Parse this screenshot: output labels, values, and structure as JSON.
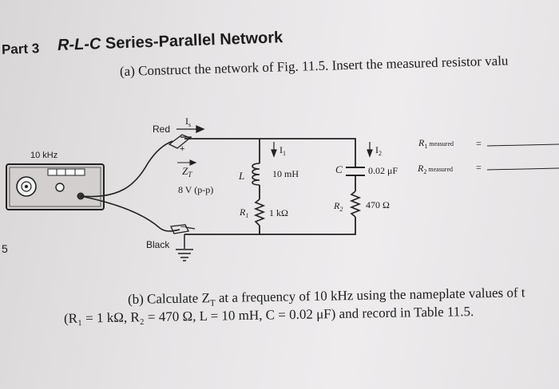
{
  "header": {
    "part": "Part 3",
    "title_prefix": "R-L-C",
    "title_rest": " Series-Parallel Network"
  },
  "part_a": {
    "text": "(a) Construct the network of Fig. 11.5. Insert the measured resistor valu"
  },
  "part_b": {
    "line1": "(b) Calculate Z",
    "line1_sub": "T",
    "line1_rest": " at a frequency of 10 kHz using the nameplate values of t",
    "line2": "(R₁ = 1 kΩ, R₂ = 470 Ω, L = 10 mH, C = 0.02 μF) and record in Table 11.5."
  },
  "edge_mark": "5",
  "circuit": {
    "generator_freq": "10 kHz",
    "lead_red": "Red",
    "lead_black": "Black",
    "current_source": "I",
    "current_source_sub": "s",
    "current_1": "I",
    "current_1_sub": "1",
    "current_2": "I",
    "current_2_sub": "2",
    "zt": "Z",
    "zt_sub": "T",
    "voltage": "8 V (p-p)",
    "plus": "+",
    "minus": "−",
    "inductor_label": "L",
    "inductor_value": "10 mH",
    "r1_label": "R",
    "r1_sub": "1",
    "r1_value": "1 kΩ",
    "cap_label": "C",
    "cap_value": "0.02 μF",
    "r2_label": "R",
    "r2_sub": "2",
    "r2_value": "470 Ω",
    "r1_measured_label": "R",
    "r1_measured_sub": "1",
    "r1_measured_word": " measured",
    "r2_measured_label": "R",
    "r2_measured_sub": "2",
    "r2_measured_word": " measured",
    "equals": "="
  }
}
